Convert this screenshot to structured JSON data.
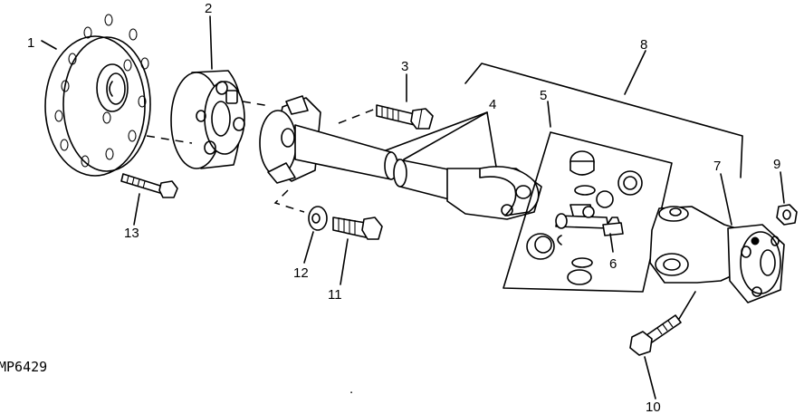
{
  "callouts": [
    "1",
    "2",
    "3",
    "4",
    "5",
    "6",
    "7",
    "8",
    "9",
    "10",
    "11",
    "12",
    "13"
  ],
  "reference_code": "MP6429"
}
